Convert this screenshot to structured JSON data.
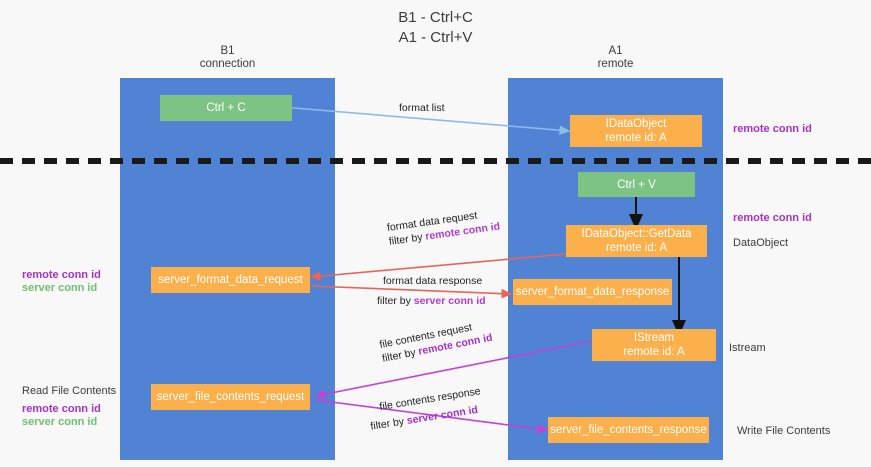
{
  "title": {
    "line1": "B1 - Ctrl+C",
    "line2": "A1 - Ctrl+V"
  },
  "lanes": [
    {
      "id": "b1",
      "name": "B1",
      "role": "connection"
    },
    {
      "id": "a1",
      "name": "A1",
      "role": "remote"
    }
  ],
  "nodes": {
    "ctrl_c": {
      "line1": "Ctrl + C",
      "line2": ""
    },
    "idataobject": {
      "line1": "IDataObject",
      "line2": "remote id: A"
    },
    "ctrl_v": {
      "line1": "Ctrl + V",
      "line2": ""
    },
    "getdata": {
      "line1": "IDataObject::GetData",
      "line2": "remote id: A"
    },
    "fmt_req": {
      "line1": "server_format_data_request",
      "line2": ""
    },
    "fmt_resp": {
      "line1": "server_format_data_response",
      "line2": ""
    },
    "istream": {
      "line1": "IStream",
      "line2": "remote id: A"
    },
    "file_req": {
      "line1": "server_file_contents_request",
      "line2": ""
    },
    "file_resp": {
      "line1": "server_file_contents_response",
      "line2": ""
    }
  },
  "side_labels": {
    "remote_conn_id_top": "remote conn id",
    "remote_conn_id_mid": "remote conn id",
    "dataobject": "DataObject",
    "istream": "Istream",
    "write_file_contents": "Write File Contents",
    "read_file_contents": "Read File Contents",
    "left_mid_remote": "remote conn id",
    "left_mid_server": "server conn id",
    "left_bottom_remote": "remote conn id",
    "left_bottom_server": "server conn id"
  },
  "edges": {
    "format_list": {
      "label": "format list"
    },
    "format_data_request": {
      "label": "format data request",
      "filter_prefix": "filter by ",
      "filter_key": "remote conn id"
    },
    "format_data_response": {
      "label": "format data response",
      "filter_prefix": "filter by ",
      "filter_key": "server conn id"
    },
    "file_contents_request": {
      "label": "file contents request",
      "filter_prefix": "filter by ",
      "filter_key": "remote conn id"
    },
    "file_contents_response": {
      "label": "file contents response",
      "filter_prefix": "filter by ",
      "filter_key": "server conn id"
    }
  },
  "colors": {
    "lane": "#5083d4",
    "green_node": "#7dc383",
    "orange_node": "#fbb04c",
    "blue_arrow": "#8cbbe8",
    "red_arrow": "#e8645c",
    "magenta_arrow": "#c councils",
    "purple_text": "#a632c8",
    "green_text": "#6fbf73",
    "divider": "#1a1a1a"
  }
}
